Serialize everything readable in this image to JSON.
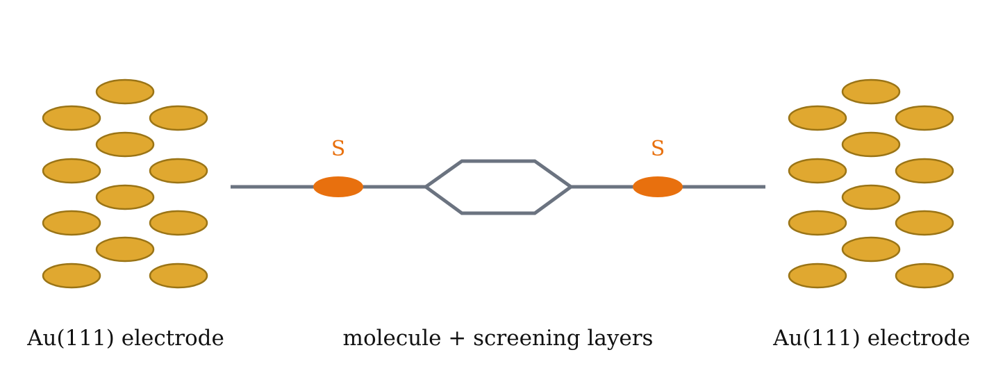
{
  "diagram": {
    "left_electrode": {
      "label": "Au(111) electrode"
    },
    "right_electrode": {
      "label": "Au(111) electrode"
    },
    "molecule": {
      "label": "molecule + screening layers"
    },
    "sulfur_left": {
      "label": "S"
    },
    "sulfur_right": {
      "label": "S"
    }
  },
  "colors": {
    "gold_fill": "#E0A830",
    "gold_stroke": "#9A7416",
    "sulfur": "#E8700E",
    "bond": "#6B7380",
    "text": "#111111"
  }
}
